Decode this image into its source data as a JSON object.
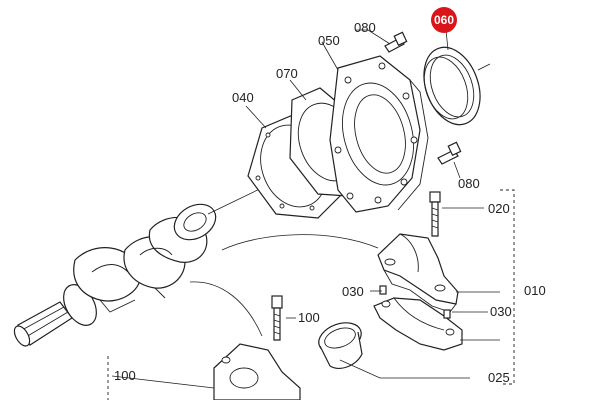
{
  "diagram": {
    "highlight_color": "#d9141b",
    "line_color": "#222222",
    "labels": {
      "p010": "010",
      "p020": "020",
      "p025": "025",
      "p030a": "030",
      "p030b": "030",
      "p040": "040",
      "p050": "050",
      "p060": "060",
      "p070": "070",
      "p080a": "080",
      "p080b": "080",
      "p100a": "100",
      "p100b": "100"
    }
  }
}
